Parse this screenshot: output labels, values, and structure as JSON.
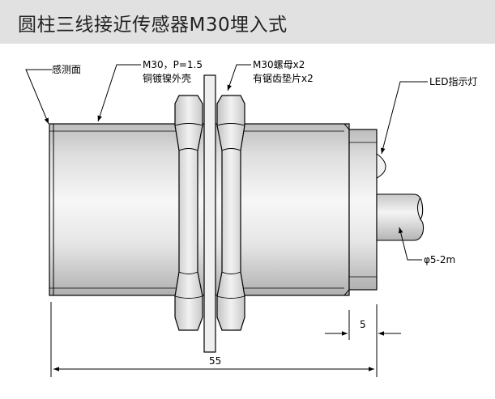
{
  "header": {
    "title": "圆柱三线接近传感器M30埋入式"
  },
  "labels": {
    "sensing_face": "感测面",
    "thread_line1": "M30，P=1.5",
    "thread_line2": "铜镀镍外壳",
    "nut_line1": "M30螺母x2",
    "nut_line2": "有锯齿垫片x2",
    "led": "LED指示灯",
    "cable": "φ5-2m"
  },
  "dimensions": {
    "total_length": "55",
    "tail_length": "5"
  },
  "colors": {
    "title_bg": "#e1e1e1",
    "line": "#000000",
    "body_light": "#f4f4f4",
    "body_dark": "#b9b9b9"
  }
}
